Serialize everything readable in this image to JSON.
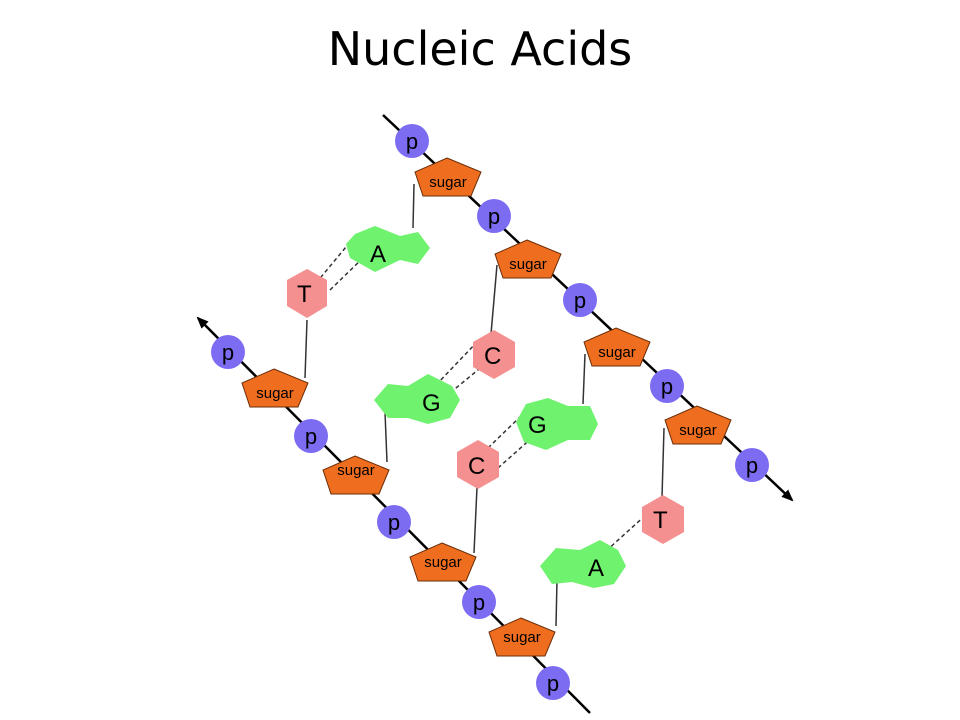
{
  "slide": {
    "title": "Nucleic Acids"
  },
  "labels": {
    "phosphate": "p",
    "sugar": "sugar"
  },
  "colors": {
    "phosphate": "#7b6cf2",
    "sugar": "#ef6d1f",
    "adenine": "#6ff26e",
    "guanine": "#6ff26e",
    "thymine": "#f59090",
    "cytosine": "#f59090",
    "backbone": "#000000"
  },
  "base_pairs": [
    {
      "left": "T",
      "right": "A"
    },
    {
      "left": "G",
      "right": "C"
    },
    {
      "left": "C",
      "right": "G"
    },
    {
      "left": "A",
      "right": "T"
    }
  ],
  "strands": {
    "left": {
      "direction": "up-left arrow at top"
    },
    "right": {
      "direction": "down-right arrow at bottom"
    }
  }
}
